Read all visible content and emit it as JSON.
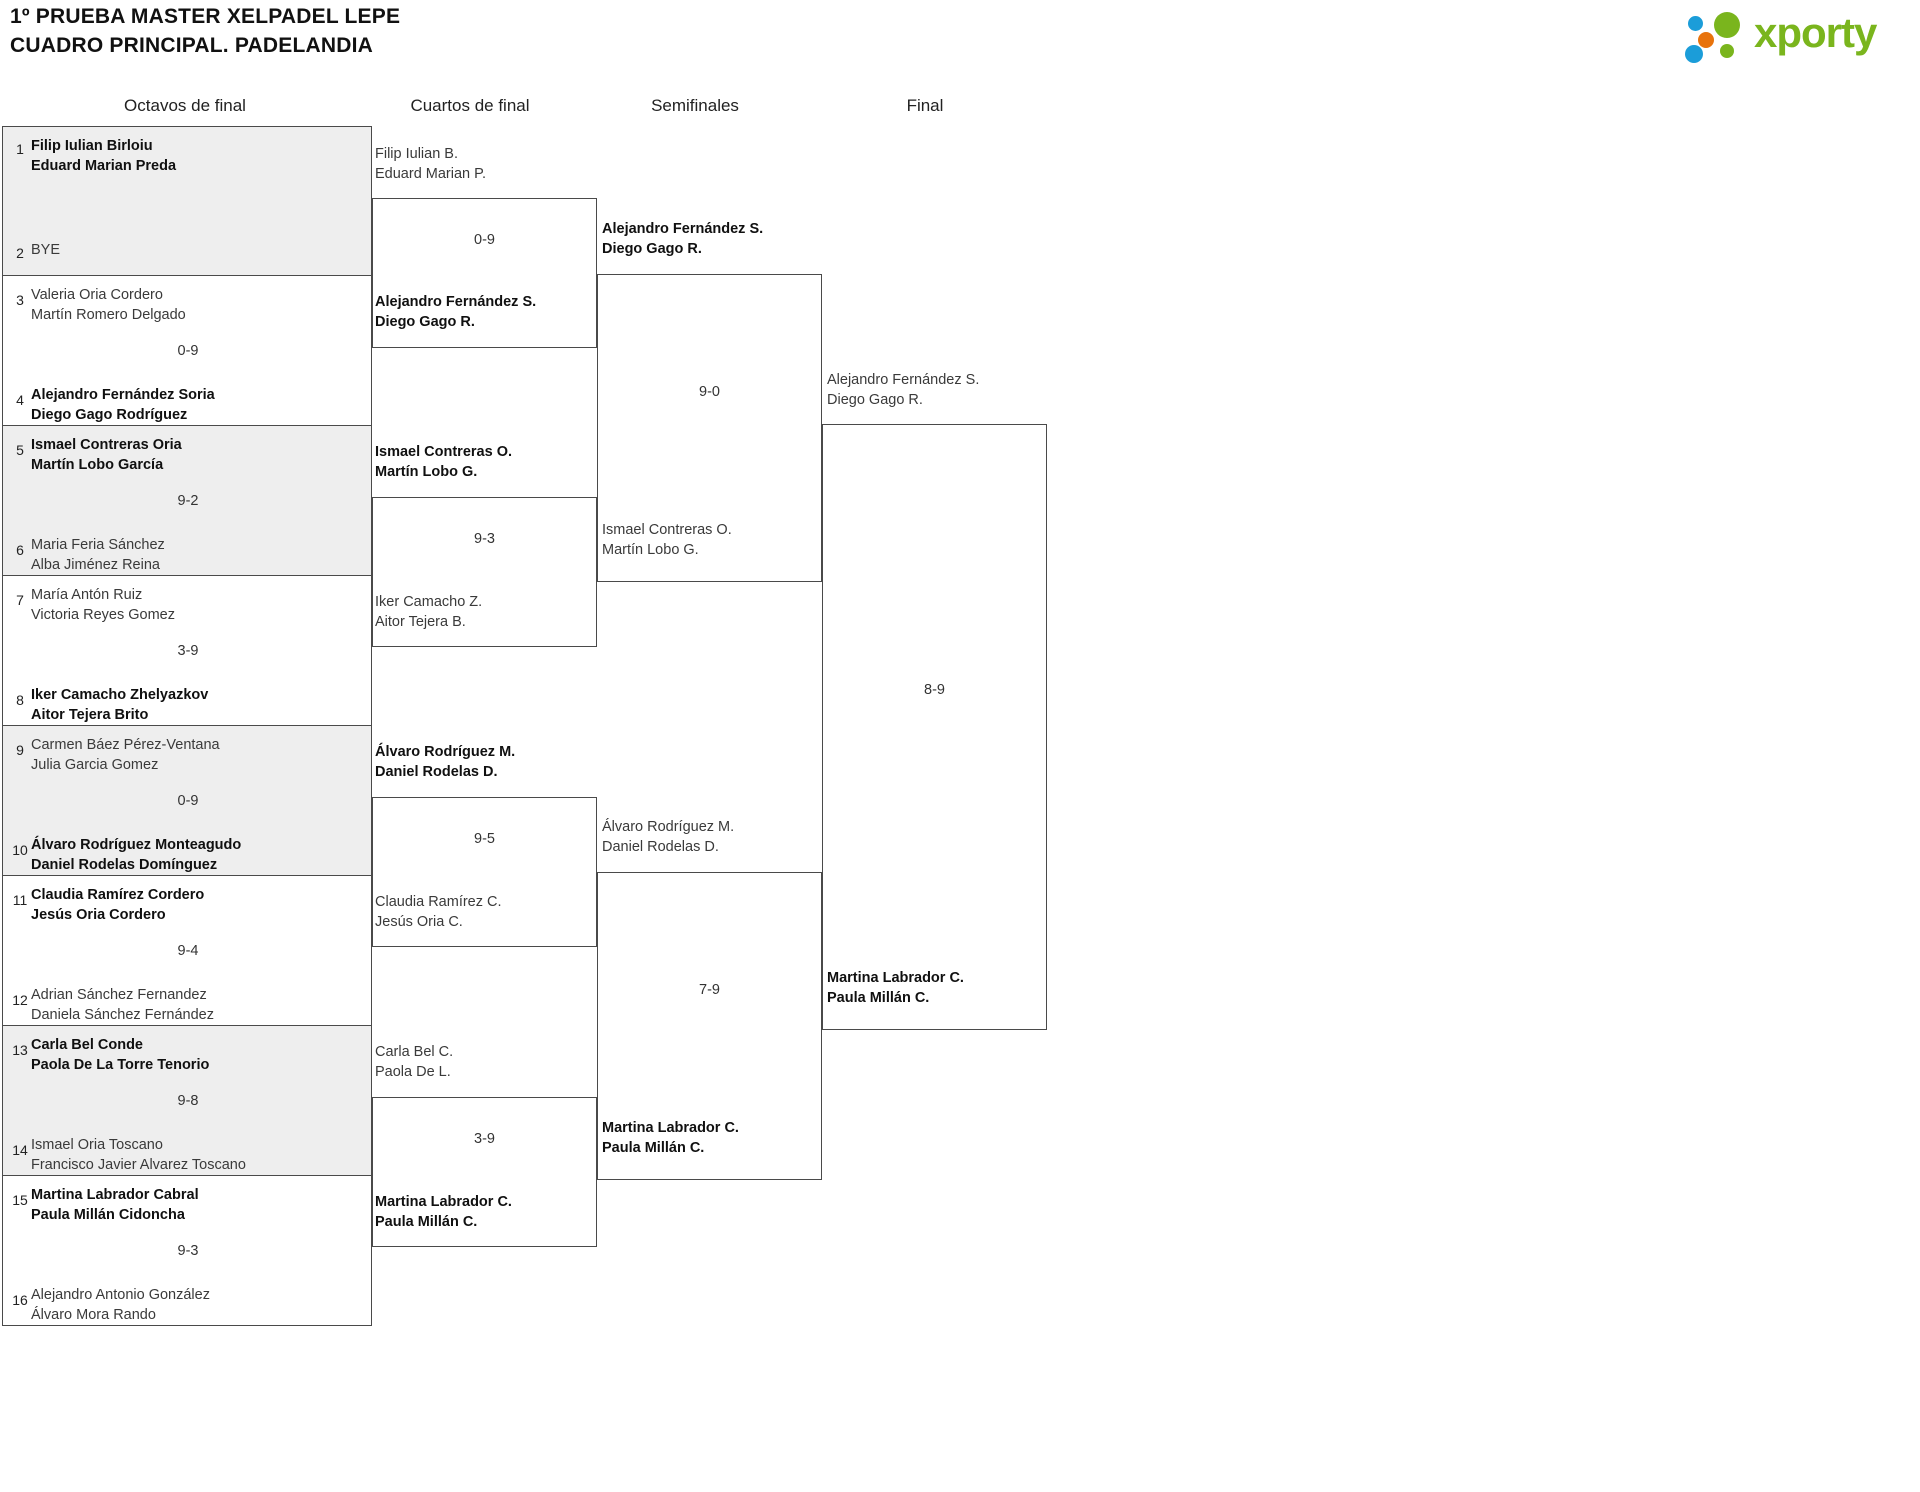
{
  "header": {
    "title_line1": "1º PRUEBA MASTER XELPADEL LEPE",
    "title_line2": "CUADRO PRINCIPAL. PADELANDIA",
    "logo_text": "xporty",
    "logo_colors": {
      "green": "#7ab51d",
      "blue": "#1b9dd9",
      "orange": "#e8730c"
    }
  },
  "rounds": [
    {
      "label": "Octavos de final"
    },
    {
      "label": "Cuartos de final"
    },
    {
      "label": "Semifinales"
    },
    {
      "label": "Final"
    }
  ],
  "round1": {
    "matches": [
      {
        "score": "",
        "top": {
          "seed": "1",
          "p1": "Filip Iulian Birloiu",
          "p2": "Eduard Marian Preda",
          "winner": true
        },
        "bottom": {
          "seed": "2",
          "p1": "BYE",
          "p2": "",
          "winner": false
        }
      },
      {
        "score": "0-9",
        "top": {
          "seed": "3",
          "p1": "Valeria Oria Cordero",
          "p2": "Martín Romero Delgado",
          "winner": false
        },
        "bottom": {
          "seed": "4",
          "p1": "Alejandro Fernández Soria",
          "p2": "Diego Gago Rodríguez",
          "winner": true
        }
      },
      {
        "score": "9-2",
        "top": {
          "seed": "5",
          "p1": "Ismael Contreras Oria",
          "p2": "Martín Lobo García",
          "winner": true
        },
        "bottom": {
          "seed": "6",
          "p1": "Maria Feria Sánchez",
          "p2": "Alba Jiménez Reina",
          "winner": false
        }
      },
      {
        "score": "3-9",
        "top": {
          "seed": "7",
          "p1": "María Antón Ruiz",
          "p2": "Victoria Reyes Gomez",
          "winner": false
        },
        "bottom": {
          "seed": "8",
          "p1": "Iker Camacho Zhelyazkov",
          "p2": "Aitor Tejera Brito",
          "winner": true
        }
      },
      {
        "score": "0-9",
        "top": {
          "seed": "9",
          "p1": "Carmen Báez Pérez-Ventana",
          "p2": "Julia Garcia Gomez",
          "winner": false
        },
        "bottom": {
          "seed": "10",
          "p1": "Álvaro Rodríguez Monteagudo",
          "p2": "Daniel Rodelas Domínguez",
          "winner": true
        }
      },
      {
        "score": "9-4",
        "top": {
          "seed": "11",
          "p1": "Claudia Ramírez Cordero",
          "p2": "Jesús Oria Cordero",
          "winner": true
        },
        "bottom": {
          "seed": "12",
          "p1": "Adrian Sánchez Fernandez",
          "p2": "Daniela Sánchez Fernández",
          "winner": false
        }
      },
      {
        "score": "9-8",
        "top": {
          "seed": "13",
          "p1": "Carla Bel Conde",
          "p2": "Paola De La Torre Tenorio",
          "winner": true
        },
        "bottom": {
          "seed": "14",
          "p1": "Ismael Oria Toscano",
          "p2": "Francisco Javier Alvarez Toscano",
          "winner": false
        }
      },
      {
        "score": "9-3",
        "top": {
          "seed": "15",
          "p1": "Martina Labrador Cabral",
          "p2": "Paula Millán Cidoncha",
          "winner": true
        },
        "bottom": {
          "seed": "16",
          "p1": "Alejandro Antonio González",
          "p2": "Álvaro Mora Rando",
          "winner": false
        }
      }
    ]
  },
  "round2": {
    "matches": [
      {
        "score": "0-9",
        "top": {
          "p1": "Filip Iulian B.",
          "p2": "Eduard Marian P.",
          "winner": false
        },
        "bottom": {
          "p1": "Alejandro Fernández S.",
          "p2": "Diego Gago R.",
          "winner": true
        }
      },
      {
        "score": "9-3",
        "top": {
          "p1": "Ismael Contreras O.",
          "p2": "Martín Lobo G.",
          "winner": true
        },
        "bottom": {
          "p1": "Iker Camacho Z.",
          "p2": "Aitor Tejera B.",
          "winner": false
        }
      },
      {
        "score": "9-5",
        "top": {
          "p1": "Álvaro Rodríguez M.",
          "p2": "Daniel Rodelas D.",
          "winner": true
        },
        "bottom": {
          "p1": "Claudia Ramírez C.",
          "p2": "Jesús Oria C.",
          "winner": false
        }
      },
      {
        "score": "3-9",
        "top": {
          "p1": "Carla Bel C.",
          "p2": "Paola De L.",
          "winner": false
        },
        "bottom": {
          "p1": "Martina Labrador C.",
          "p2": "Paula Millán C.",
          "winner": true
        }
      }
    ]
  },
  "round3": {
    "matches": [
      {
        "score": "9-0",
        "top": {
          "p1": "Alejandro Fernández S.",
          "p2": "Diego Gago R.",
          "winner": true
        },
        "bottom": {
          "p1": "Ismael Contreras O.",
          "p2": "Martín Lobo G.",
          "winner": false
        }
      },
      {
        "score": "7-9",
        "top": {
          "p1": "Álvaro Rodríguez M.",
          "p2": "Daniel Rodelas D.",
          "winner": false
        },
        "bottom": {
          "p1": "Martina Labrador C.",
          "p2": "Paula Millán C.",
          "winner": true
        }
      }
    ]
  },
  "round4": {
    "matches": [
      {
        "score": "8-9",
        "top": {
          "p1": "Alejandro Fernández S.",
          "p2": "Diego Gago R.",
          "winner": false
        },
        "bottom": {
          "p1": "Martina Labrador C.",
          "p2": "Paula Millán C.",
          "winner": true
        }
      }
    ]
  }
}
